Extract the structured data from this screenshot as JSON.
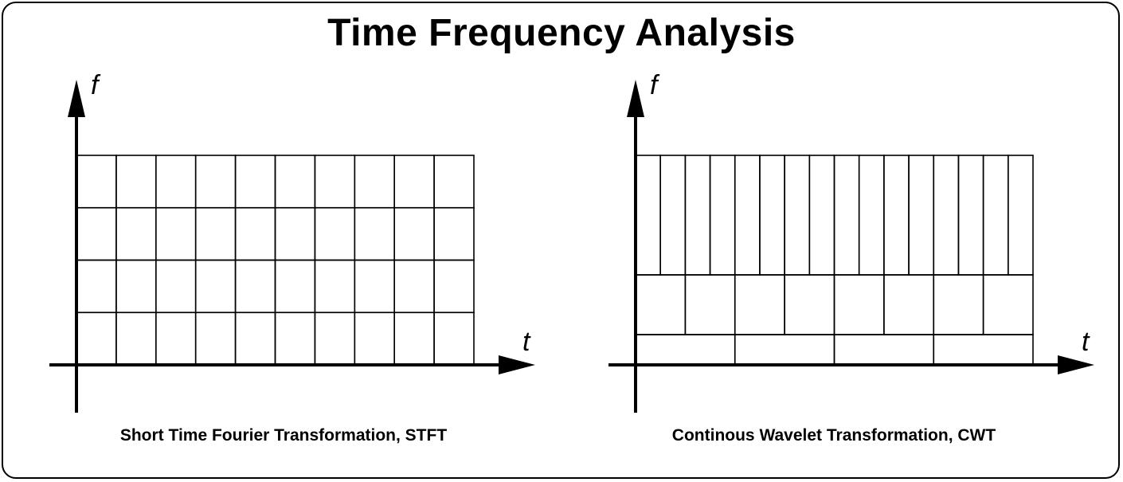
{
  "title": "Time Frequency Analysis",
  "panels": [
    {
      "id": "stft",
      "caption": "Short Time Fourier Transformation, STFT",
      "y_axis_label": "f",
      "x_axis_label": "t",
      "grid": {
        "columns": 10,
        "rows": 4
      }
    },
    {
      "id": "cwt",
      "caption": "Continous Wavelet Transformation, CWT",
      "y_axis_label": "f",
      "x_axis_label": "t",
      "bands": [
        {
          "level": "high",
          "divisions": 16
        },
        {
          "level": "mid",
          "divisions": 8
        },
        {
          "level": "low",
          "divisions": 4
        }
      ]
    }
  ]
}
